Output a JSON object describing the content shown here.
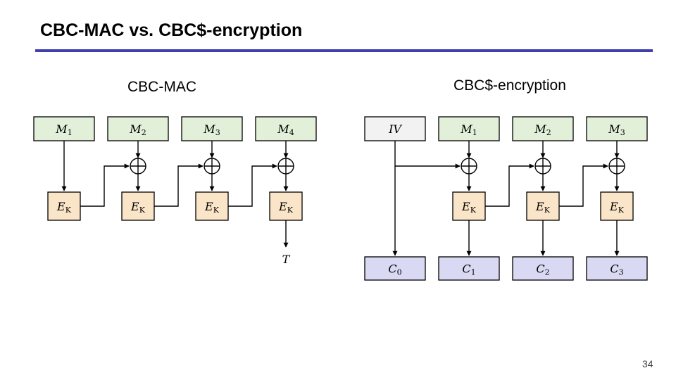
{
  "title": "CBC-MAC vs. CBC$-encryption",
  "page_number": "34",
  "colors": {
    "accent": "#3f3faf",
    "message_box": "#e2f0d9",
    "cipher_box": "#fbe5c8",
    "ciphertext_box": "#d9d9f3",
    "iv_box": "#f2f2f2"
  },
  "cbc_mac": {
    "heading": "CBC-MAC",
    "messages": [
      {
        "base": "M",
        "sub": "1"
      },
      {
        "base": "M",
        "sub": "2"
      },
      {
        "base": "M",
        "sub": "3"
      },
      {
        "base": "M",
        "sub": "4"
      }
    ],
    "ciphers": [
      {
        "base": "E",
        "sub": "K"
      },
      {
        "base": "E",
        "sub": "K"
      },
      {
        "base": "E",
        "sub": "K"
      },
      {
        "base": "E",
        "sub": "K"
      }
    ],
    "tag": "T"
  },
  "cbc_enc": {
    "heading": "CBC$-encryption",
    "iv": "IV",
    "messages": [
      {
        "base": "M",
        "sub": "1"
      },
      {
        "base": "M",
        "sub": "2"
      },
      {
        "base": "M",
        "sub": "3"
      }
    ],
    "ciphers": [
      {
        "base": "E",
        "sub": "K"
      },
      {
        "base": "E",
        "sub": "K"
      },
      {
        "base": "E",
        "sub": "K"
      }
    ],
    "ciphertexts": [
      {
        "base": "C",
        "sub": "0"
      },
      {
        "base": "C",
        "sub": "1"
      },
      {
        "base": "C",
        "sub": "2"
      },
      {
        "base": "C",
        "sub": "3"
      }
    ]
  }
}
